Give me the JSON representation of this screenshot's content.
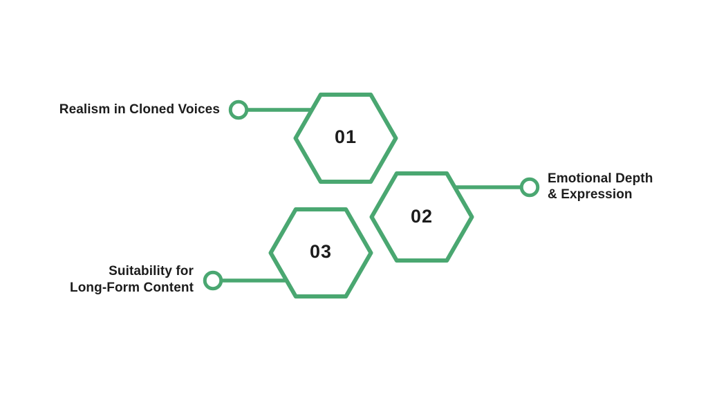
{
  "colors": {
    "accent": "#4aa771",
    "ink": "#1c1c1c",
    "background": "#ffffff"
  },
  "items": [
    {
      "number": "01",
      "label": "Realism in Cloned Voices",
      "label_lines": [
        "Realism in Cloned Voices"
      ]
    },
    {
      "number": "02",
      "label": "Emotional Depth & Expression",
      "label_lines": [
        "Emotional Depth",
        "& Expression"
      ]
    },
    {
      "number": "03",
      "label": "Suitability for Long-Form Content",
      "label_lines": [
        "Suitability for",
        "Long-Form Content"
      ]
    }
  ]
}
